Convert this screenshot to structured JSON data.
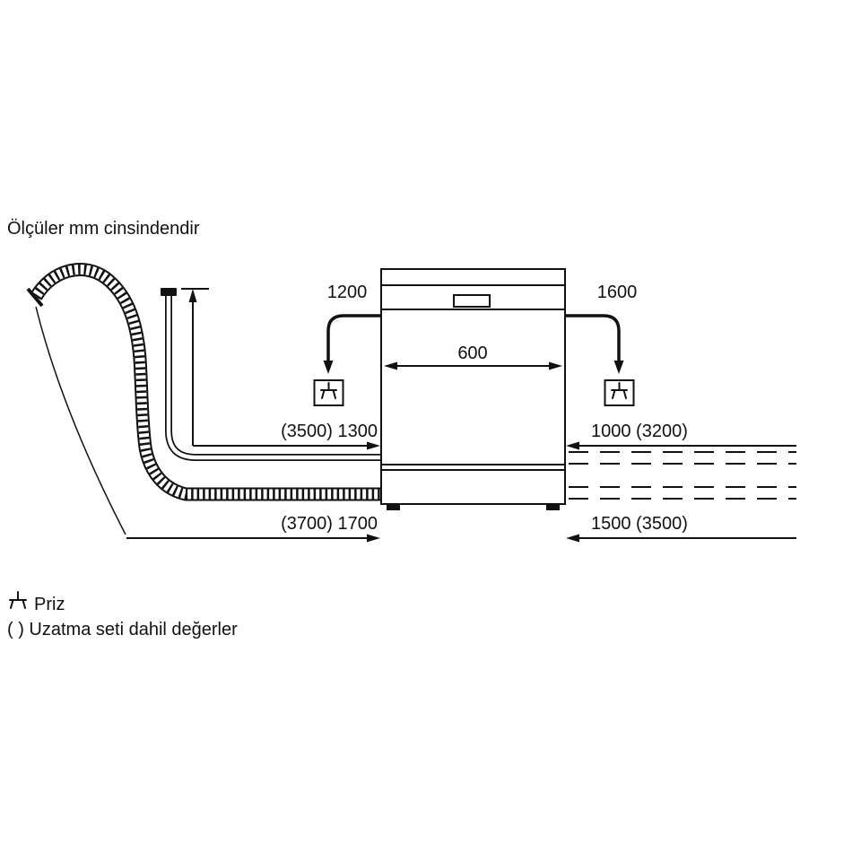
{
  "title": "Ölçüler mm cinsindendir",
  "dimensions": {
    "plug_left": "1200",
    "plug_right": "1600",
    "appliance_width": "600",
    "supply_hose": "(3500) 1300",
    "right_top": "1000 (3200)",
    "drain_hose": "(3700) 1700",
    "right_bottom": "1500 (3500)"
  },
  "legend": {
    "plug": "Priz",
    "extension": "( ) Uzatma seti dahil değerler"
  }
}
